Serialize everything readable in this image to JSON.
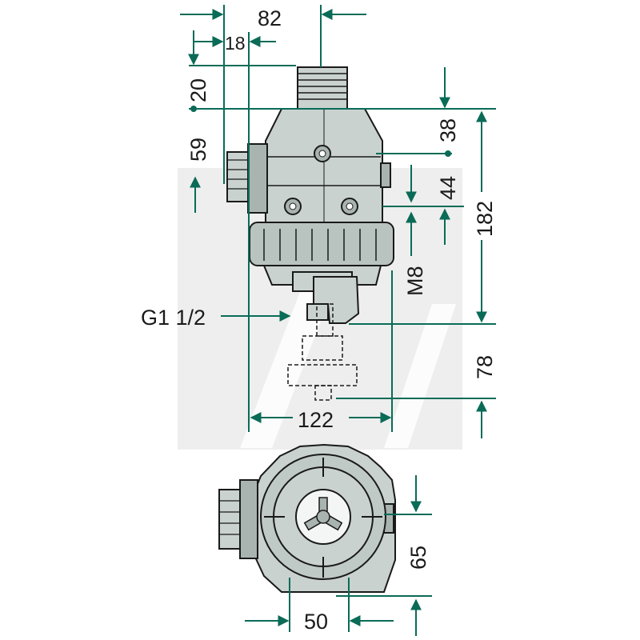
{
  "dimensions": {
    "top_width": "82",
    "inlet_offset": "18",
    "thread_height": "20",
    "side_inlet_height": "59",
    "top_to_bolt": "38",
    "bolt_spacing": "44",
    "total_height": "182",
    "bolt_size": "M8",
    "thread_size": "G1 1/2",
    "outlet_height": "78",
    "body_width": "122",
    "bottom_depth": "65",
    "bottom_width": "50"
  },
  "colors": {
    "dimension": "#0a6b57",
    "outline": "#1a1a1a",
    "body_fill": "#c9d2cf",
    "body_dark": "#a9b4b1",
    "watermark": "#eeeeee"
  },
  "icons": [
    "dimension-arrow",
    "bolt-icon",
    "filter-housing"
  ]
}
